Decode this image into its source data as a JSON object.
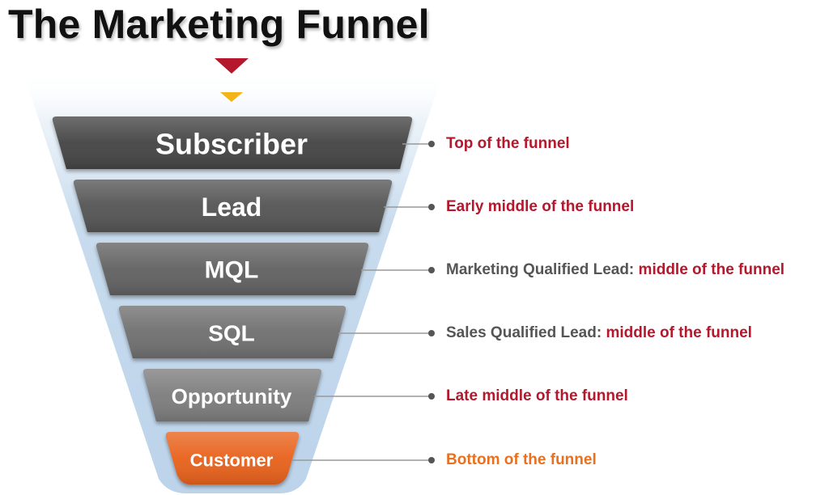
{
  "title": "The Marketing Funnel",
  "colors": {
    "title": "#111111",
    "stage_dark": "#3e3e3e",
    "stage_customer": "#e8621a",
    "funnel_halo": "#c9dcee",
    "arrow_red": "#b5182c",
    "arrow_yellow": "#f2b418",
    "desc_red": "#b5182c",
    "desc_grey": "#555555",
    "desc_orange": "#e8701e",
    "connector": "#999999"
  },
  "stages": [
    {
      "label": "Subscriber",
      "fill": "#454545",
      "description": {
        "prefix": "",
        "highlight": "Top of the funnel",
        "highlight_color": "red"
      }
    },
    {
      "label": "Lead",
      "fill": "#555555",
      "description": {
        "prefix": "",
        "highlight": "Early middle of the funnel",
        "highlight_color": "red"
      }
    },
    {
      "label": "MQL",
      "fill": "#626262",
      "description": {
        "prefix": "Marketing Qualified Lead: ",
        "highlight": "middle of the funnel",
        "highlight_color": "red"
      }
    },
    {
      "label": "SQL",
      "fill": "#707070",
      "description": {
        "prefix": "Sales Qualified Lead: ",
        "highlight": "middle of the funnel",
        "highlight_color": "red"
      }
    },
    {
      "label": "Opportunity",
      "fill": "#7d7d7d",
      "description": {
        "prefix": "",
        "highlight": "Late middle of the funnel",
        "highlight_color": "red"
      }
    },
    {
      "label": "Customer",
      "fill": "#e8621a",
      "description": {
        "prefix": "",
        "highlight": "Bottom of the funnel",
        "highlight_color": "orange"
      }
    }
  ]
}
